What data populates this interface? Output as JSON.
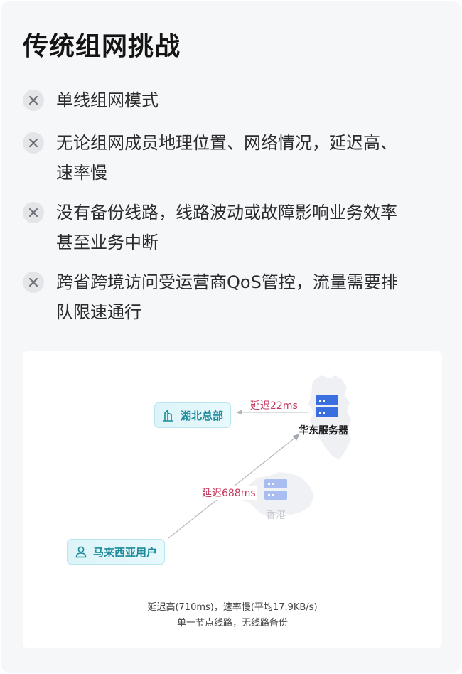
{
  "title": "传统组网挑战",
  "items": [
    {
      "lines": [
        "单线组网模式"
      ]
    },
    {
      "lines": [
        "无论组网成员地理位置、网络情况，延迟高、",
        "速率慢"
      ]
    },
    {
      "lines": [
        "没有备份线路，线路波动或故障影响业务效率",
        "甚至业务中断"
      ]
    },
    {
      "lines": [
        "跨省跨境访问受运营商QoS管控，流量需要排",
        "队限速通行"
      ]
    }
  ],
  "diagram": {
    "hq_node": {
      "label": "湖北总部",
      "icon": "building-icon"
    },
    "user_node": {
      "label": "马来西亚用户",
      "icon": "user-icon"
    },
    "east_server": {
      "label": "华东服务器",
      "icon": "server-icon"
    },
    "hk_server": {
      "label": "香港",
      "icon": "server-icon"
    },
    "latency_hq": "延迟22ms",
    "latency_user": "延迟688ms",
    "colors": {
      "accent_teal": "#1c8a9b",
      "latency_red": "#c43a5f",
      "server_blue": "#3a6fe0",
      "server_faded": "#a9bdf0"
    }
  },
  "caption": {
    "line1": "延迟高(710ms)，速率慢(平均17.9KB/s)",
    "line2": "单一节点线路，无线路备份"
  }
}
